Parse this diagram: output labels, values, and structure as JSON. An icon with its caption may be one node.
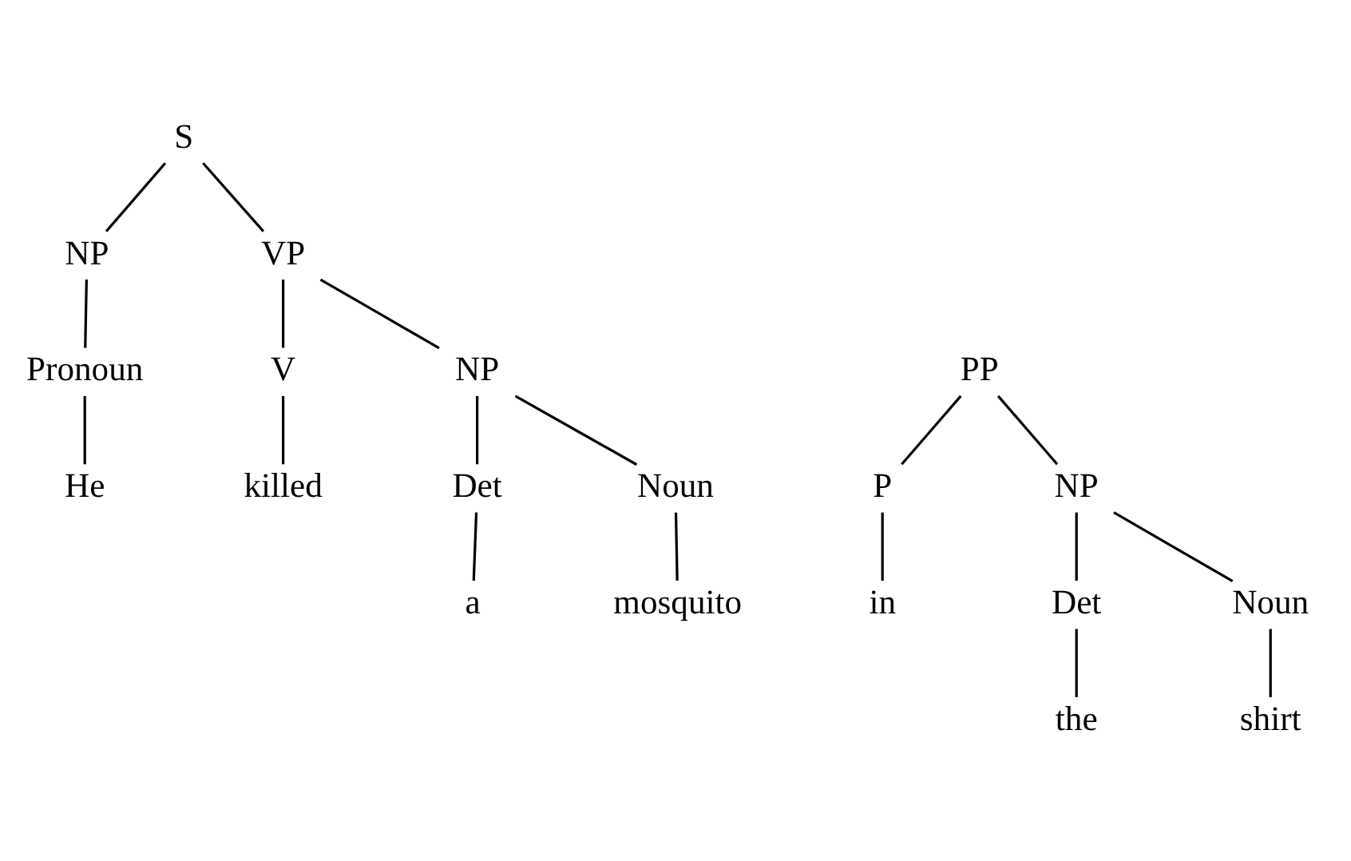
{
  "diagram": {
    "nodes": [
      {
        "text": [
          "S"
        ]
      },
      {
        "text": [
          "NP"
        ]
      },
      {
        "text": [
          "VP"
        ]
      },
      {
        "text": [
          "Pronoun"
        ]
      },
      {
        "text": [
          "V"
        ]
      },
      {
        "text": [
          "NP"
        ]
      },
      {
        "text": [
          "PP"
        ]
      },
      {
        "text": [
          "He"
        ]
      },
      {
        "text": [
          "killed"
        ]
      },
      {
        "text": [
          "Det"
        ]
      },
      {
        "text": [
          "Noun"
        ]
      },
      {
        "text": [
          "P"
        ]
      },
      {
        "text": [
          "NP"
        ]
      },
      {
        "text": [
          "a"
        ]
      },
      {
        "text": [
          "mosquito"
        ]
      },
      {
        "text": [
          "in"
        ]
      },
      {
        "text": [
          "Det"
        ]
      },
      {
        "text": [
          "Noun"
        ]
      },
      {
        "text": [
          "the"
        ]
      },
      {
        "text": [
          "shirt"
        ]
      }
    ],
    "edges": [
      {
        "from": 0,
        "to": 1,
        "arrow": "none"
      },
      {
        "from": 0,
        "to": 2,
        "arrow": "none"
      },
      {
        "from": 1,
        "to": 3,
        "arrow": "none"
      },
      {
        "from": 2,
        "to": 4,
        "arrow": "none"
      },
      {
        "from": 2,
        "to": 5,
        "arrow": "none"
      },
      {
        "from": 3,
        "to": 7,
        "arrow": "none"
      },
      {
        "from": 4,
        "to": 8,
        "arrow": "none"
      },
      {
        "from": 5,
        "to": 9,
        "arrow": "none"
      },
      {
        "from": 5,
        "to": 10,
        "arrow": "none"
      },
      {
        "from": 6,
        "to": 11,
        "arrow": "none"
      },
      {
        "from": 6,
        "to": 12,
        "arrow": "none"
      },
      {
        "from": 9,
        "to": 13,
        "arrow": "none"
      },
      {
        "from": 10,
        "to": 14,
        "arrow": "none"
      },
      {
        "from": 11,
        "to": 15,
        "arrow": "none"
      },
      {
        "from": 12,
        "to": 16,
        "arrow": "none"
      },
      {
        "from": 12,
        "to": 17,
        "arrow": "none"
      },
      {
        "from": 16,
        "to": 18,
        "arrow": "none"
      },
      {
        "from": 17,
        "to": 19,
        "arrow": "none"
      }
    ]
  }
}
